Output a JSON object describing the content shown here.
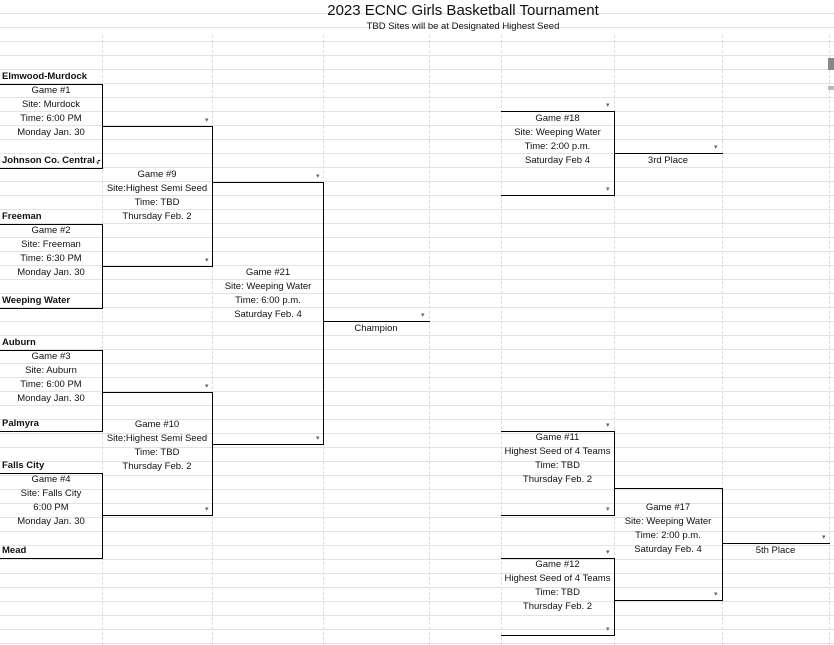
{
  "title": "2023 ECNC Girls Basketball Tournament",
  "subtitle": "TBD Sites will be at Designated Highest Seed",
  "teams": {
    "t1": "Elmwood-Murdock",
    "t2": "Johnson Co. Central -",
    "t3": "Freeman",
    "t4": "Weeping Water",
    "t5": "Auburn",
    "t6": "Palmyra",
    "t7": "Falls City",
    "t8": "Mead"
  },
  "games": {
    "g1": {
      "name": "Game #1",
      "site": "Site: Murdock",
      "time": "Time: 6:00 PM",
      "date": "Monday Jan. 30"
    },
    "g2": {
      "name": "Game #2",
      "site": "Site: Freeman",
      "time": "Time: 6:30 PM",
      "date": "Monday Jan. 30"
    },
    "g3": {
      "name": "Game #3",
      "site": "Site: Auburn",
      "time": "Time: 6:00 PM",
      "date": "Monday Jan. 30"
    },
    "g4": {
      "name": "Game #4",
      "site": "Site: Falls City",
      "time": "6:00 PM",
      "date": "Monday Jan. 30"
    },
    "g9": {
      "name": "Game #9",
      "site": "Site:Highest Semi Seed",
      "time": "Time: TBD",
      "date": "Thursday Feb. 2"
    },
    "g10": {
      "name": "Game #10",
      "site": "Site:Highest Semi Seed",
      "time": "Time: TBD",
      "date": "Thursday Feb. 2"
    },
    "g21": {
      "name": "Game #21",
      "site": "Site: Weeping Water",
      "time": "Time: 6:00 p.m.",
      "date": "Saturday Feb. 4"
    },
    "g18": {
      "name": "Game #18",
      "site": "Site: Weeping Water",
      "time": "Time: 2:00 p.m.",
      "date": "Saturday Feb 4"
    },
    "g11": {
      "name": "Game #11",
      "site": "Highest Seed of 4 Teams",
      "time": "Time: TBD",
      "date": "Thursday Feb. 2"
    },
    "g12": {
      "name": "Game #12",
      "site": "Highest Seed of 4 Teams",
      "time": "Time: TBD",
      "date": "Thursday Feb. 2"
    },
    "g17": {
      "name": "Game #17",
      "site": "Site: Weeping Water",
      "time": "Time: 2:00 p.m.",
      "date": "Saturday Feb. 4"
    }
  },
  "results": {
    "champion": "Champion",
    "third": "3rd Place",
    "fifth": "5th Place"
  }
}
